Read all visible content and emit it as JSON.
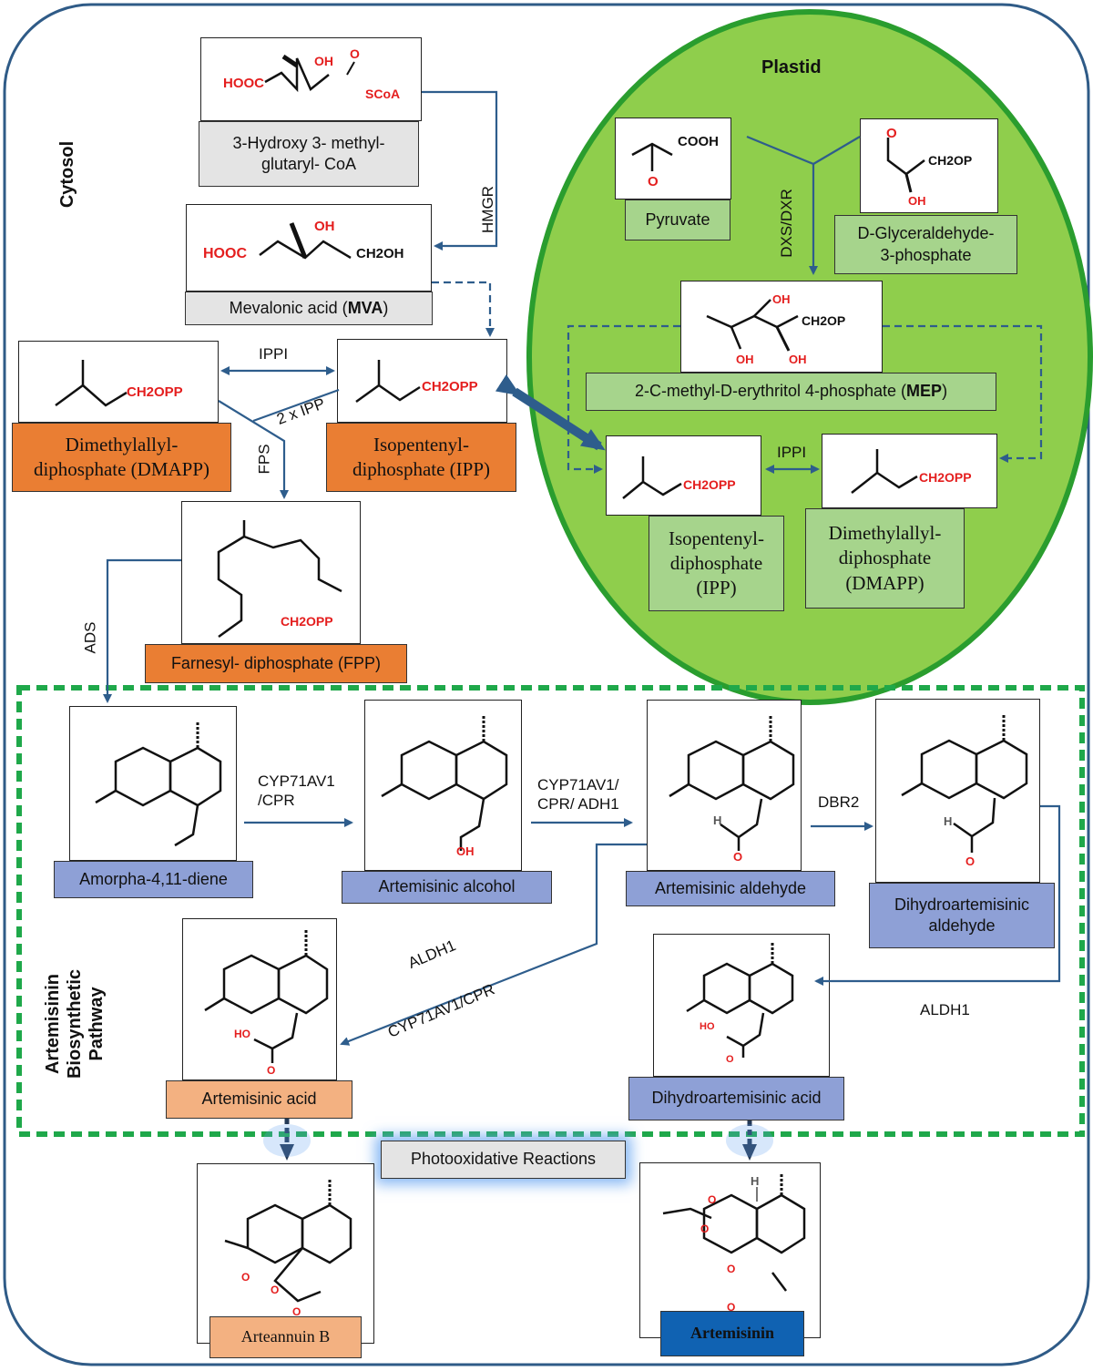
{
  "compartments": {
    "cytosol": "Cytosol",
    "plastid": "Plastid",
    "pathway": "Artemisinin\nBiosynthetic\nPathway"
  },
  "labels": {
    "hmg_coa": "3-Hydroxy 3- methyl-\nglutaryl- CoA",
    "mva_prefix": "Mevalonic acid (",
    "mva_bold": "MVA",
    "mva_suffix": ")",
    "dmapp_cyt": "Dimethylallyl-\ndiphosphate (DMAPP)",
    "ipp_cyt": "Isopentenyl-\ndiphosphate (IPP)",
    "fpp": "Farnesyl- diphosphate (FPP)",
    "pyruvate": "Pyruvate",
    "g3p": "D-Glyceraldehyde-\n3-phosphate",
    "mep_prefix": "2-C-methyl-D-erythritol 4-phosphate (",
    "mep_bold": "MEP",
    "mep_suffix": ")",
    "ipp_pl": "Isopentenyl-\ndiphosphate\n(IPP)",
    "dmapp_pl": "Dimethylallyl-\ndiphosphate\n(DMAPP)",
    "amorpha": "Amorpha-4,11-diene",
    "art_alcohol": "Artemisinic alcohol",
    "art_aldehyde": "Artemisinic aldehyde",
    "dh_aldehyde": "Dihydroartemisinic\naldehyde",
    "art_acid": "Artemisinic acid",
    "dh_acid": "Dihydroartemisinic acid",
    "photo": "Photooxidative Reactions",
    "arteannuin": "Arteannuin B",
    "artemisinin": "Artemisinin"
  },
  "enzymes": {
    "hmgr": "HMGR",
    "ippi_cyt": "IPPI",
    "two_ipp": "2 x IPP",
    "fps": "FPS",
    "ads": "ADS",
    "dxs": "DXS/DXR",
    "ippi_pl": "IPPI",
    "cyp1": "CYP71AV1\n/CPR",
    "cyp2": "CYP71AV1/\nCPR/ ADH1",
    "dbr2": "DBR2",
    "aldh1_a": "ALDH1",
    "cyp3": "CYP71AV1/CPR",
    "aldh1_b": "ALDH1"
  },
  "chem": {
    "hooc": "HOOC",
    "oh": "OH",
    "scoa": "SCoA",
    "ch2oh": "CH2OH",
    "ch2opp": "CH2OPP",
    "cooh": "COOH",
    "o": "O",
    "h": "H",
    "ch2op": "CH2OP",
    "ho": "HO"
  },
  "colors": {
    "arrow": "#2e5d8c",
    "plastid_fill": "#8fce4c",
    "plastid_border": "#2a9d2e",
    "dotted_border": "#1fa84a",
    "red_text": "#e41e1e"
  }
}
